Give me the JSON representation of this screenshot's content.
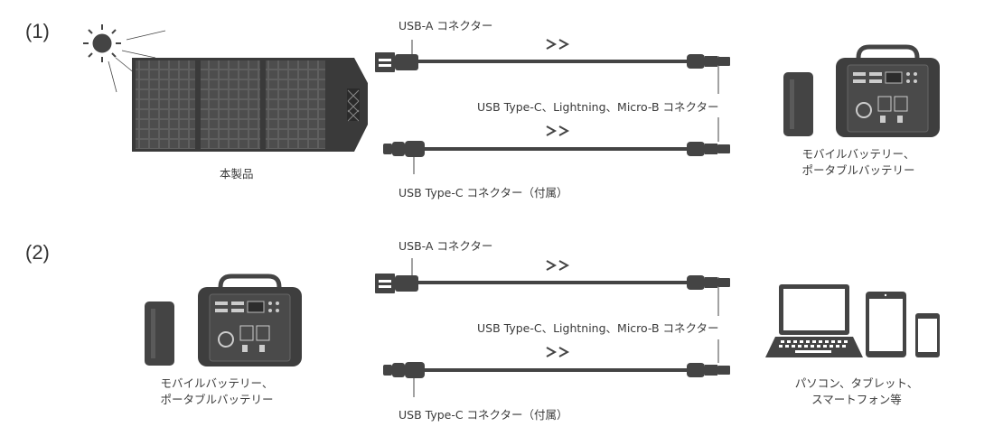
{
  "section1": {
    "marker": "(1)",
    "product_label": "本製品",
    "cable_top_label": "USB-A コネクター",
    "cable_mid_label": "USB Type-C、Lightning、Micro-B コネクター",
    "cable_bottom_label": "USB Type-C コネクター（付属）",
    "arrow_glyph": ">>",
    "device_label_line1": "モバイルバッテリー、",
    "device_label_line2": "ポータブルバッテリー"
  },
  "section2": {
    "marker": "(2)",
    "source_label_line1": "モバイルバッテリー、",
    "source_label_line2": "ポータブルバッテリー",
    "cable_top_label": "USB-A コネクター",
    "cable_mid_label": "USB Type-C、Lightning、Micro-B コネクター",
    "cable_bottom_label": "USB Type-C コネクター（付属）",
    "arrow_glyph": ">>",
    "device_label_line1": "パソコン、タブレット、",
    "device_label_line2": "スマートフォン等"
  },
  "colors": {
    "ink": "#3c3c3c",
    "panel": "#4a4a4a",
    "background": "#ffffff"
  }
}
